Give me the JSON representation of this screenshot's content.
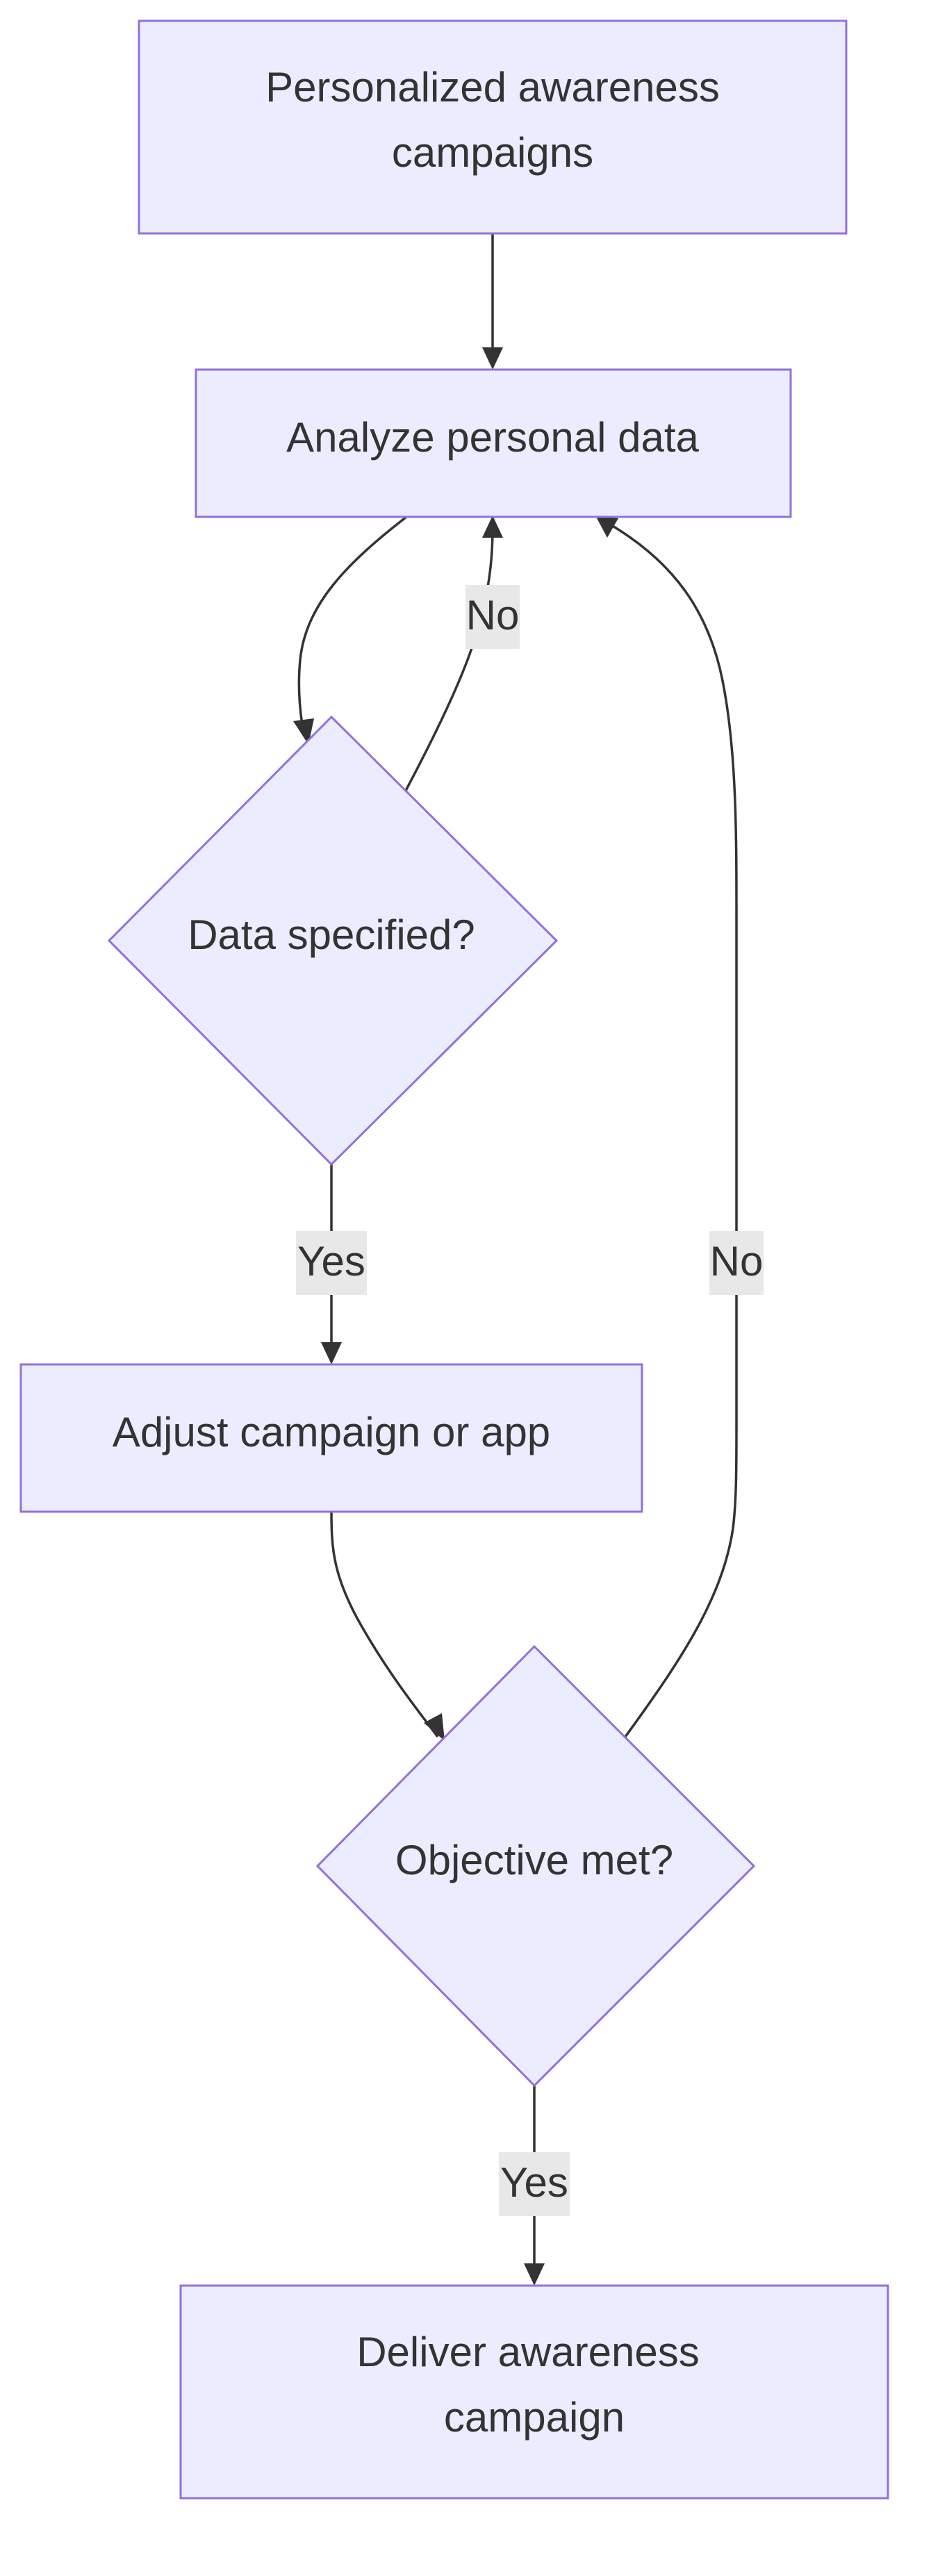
{
  "nodes": {
    "personalized": {
      "line1": "Personalized awareness",
      "line2": "campaigns"
    },
    "analyze": {
      "label": "Analyze personal data"
    },
    "data_specified": {
      "label": "Data specified?"
    },
    "adjust": {
      "label": "Adjust campaign or app"
    },
    "objective": {
      "label": "Objective met?"
    },
    "deliver": {
      "line1": "Deliver awareness",
      "line2": "campaign"
    }
  },
  "edges": {
    "data_no": "No",
    "data_yes": "Yes",
    "objective_no": "No",
    "objective_yes": "Yes"
  },
  "colors": {
    "node_fill": "#ececff",
    "node_stroke": "#9370db",
    "edge": "#333333",
    "label_bg": "#e8e8e8",
    "text": "#333333"
  }
}
